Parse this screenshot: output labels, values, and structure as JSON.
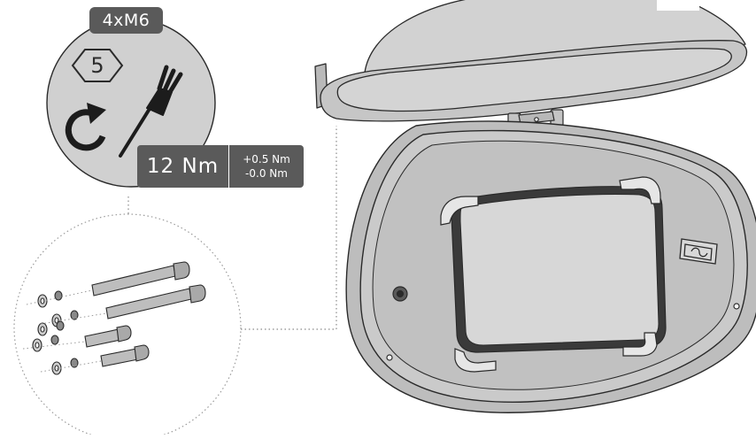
{
  "fastener": {
    "quantity_label": "4xM6",
    "hex_size": "5",
    "torque": "12 Nm",
    "tolerance_plus": "+0.5 Nm",
    "tolerance_minus": "-0.0 Nm"
  },
  "colors": {
    "chip": "#5a5a5a",
    "circle": "#d0d0d0",
    "lamp_body": "#c9c9c9",
    "lamp_outline": "#2a2a2a",
    "lens": "#d6d6d6"
  },
  "icons": [
    "hex-key-icon",
    "torque-wrench-icon",
    "clockwise-arrow-icon",
    "manufacturer-logo-icon"
  ]
}
